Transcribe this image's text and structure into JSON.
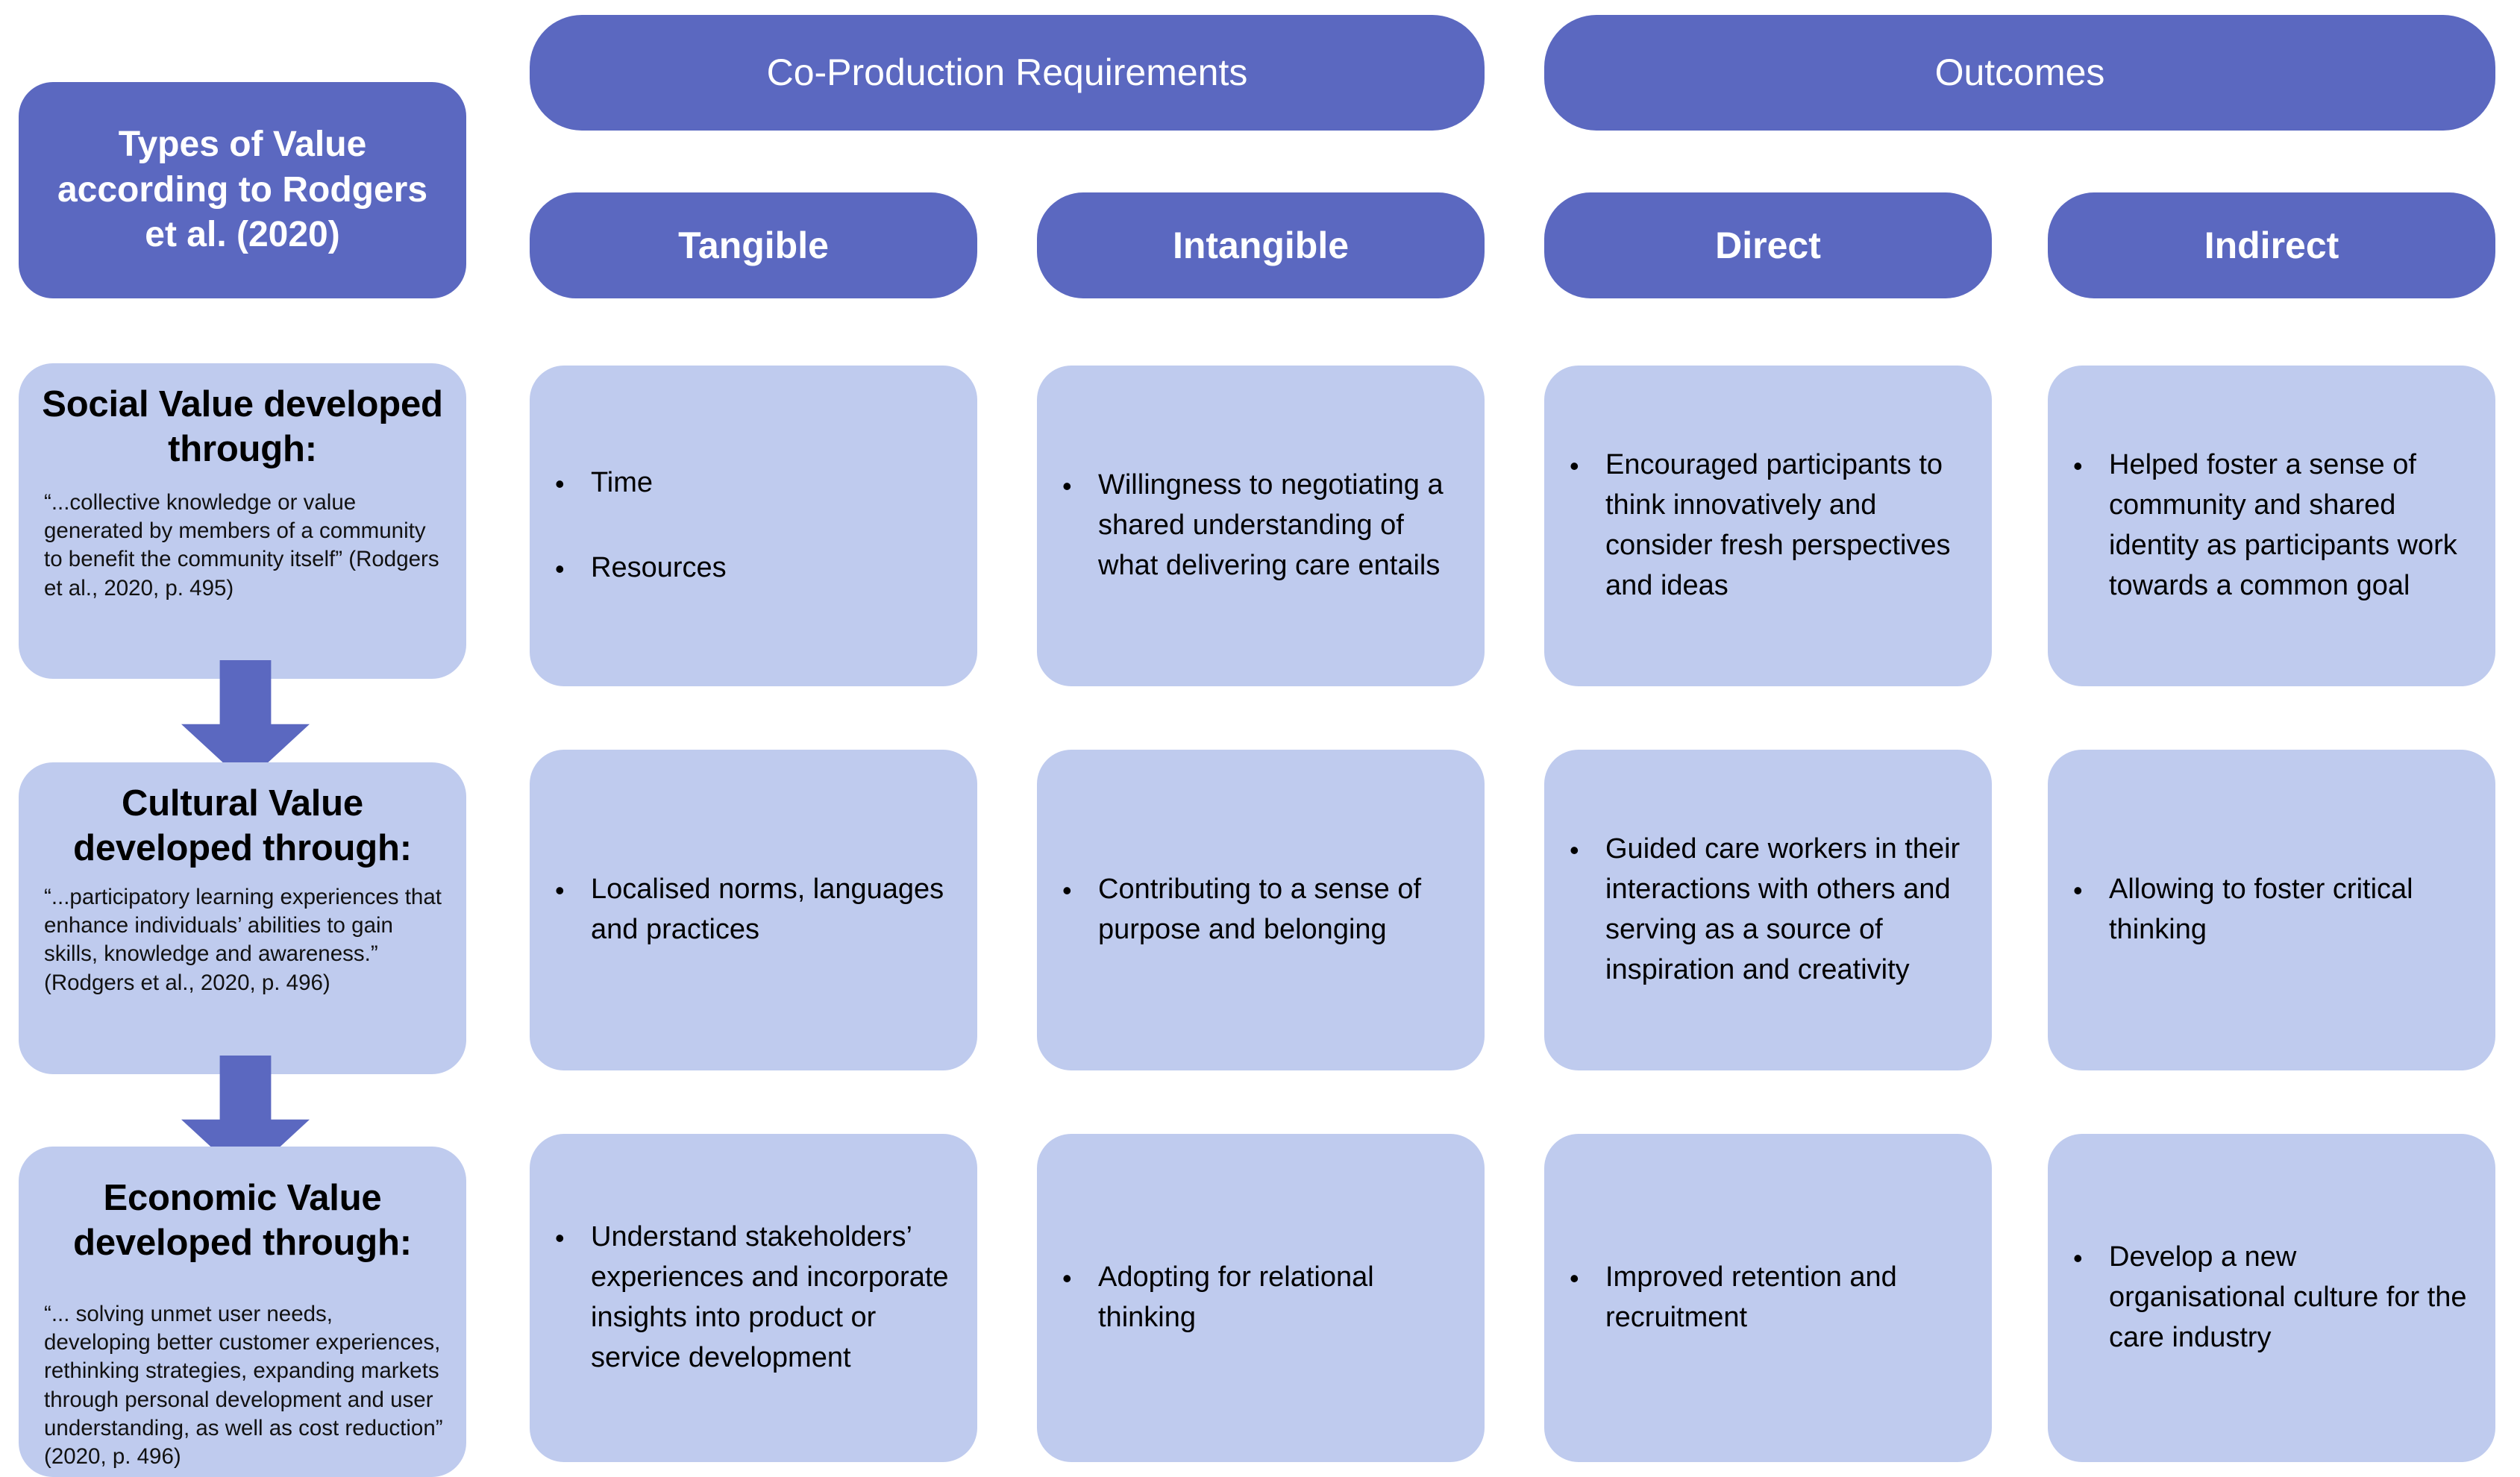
{
  "headers": {
    "groups": [
      {
        "label": "Co-Production Requirements"
      },
      {
        "label": "Outcomes"
      }
    ],
    "subheaders": [
      {
        "label": "Tangible"
      },
      {
        "label": "Intangible"
      },
      {
        "label": "Direct"
      },
      {
        "label": "Indirect"
      }
    ],
    "corner": {
      "label": "Types of Value according to Rodgers et al. (2020)"
    }
  },
  "colors": {
    "header_blue": "#5b68c0",
    "cell_blue": "#bfcbee",
    "text_dark": "#000000",
    "text_light": "#ffffff",
    "background": "#ffffff"
  },
  "rows": [
    {
      "id": "social-value",
      "title": "Social Value developed through:",
      "quote": "“...collective knowledge or value generated by members of a community to benefit the community itself” (Rodgers et al., 2020, p. 495)",
      "tangible": [
        "Time",
        "Resources"
      ],
      "intangible": [
        "Willingness to negotiating a shared understanding of what delivering care entails"
      ],
      "direct": [
        "Encouraged participants to think innovatively and consider fresh perspectives and ideas"
      ],
      "indirect": [
        "Helped foster a sense of community and shared identity as participants work towards a common goal"
      ]
    },
    {
      "id": "cultural-value",
      "title": "Cultural Value developed through:",
      "quote": "“...participatory learning experiences that enhance individuals’ abilities to gain skills, knowledge and awareness.” (Rodgers et al., 2020, p. 496)",
      "tangible": [
        "Localised norms, languages and practices"
      ],
      "intangible": [
        "Contributing to a sense of purpose and belonging"
      ],
      "direct": [
        "Guided care workers in their interactions with others and serving as a source of inspiration and creativity"
      ],
      "indirect": [
        "Allowing to foster critical thinking"
      ]
    },
    {
      "id": "economic-value",
      "title": "Economic Value developed through:",
      "quote": "“... solving unmet user needs, developing better customer experiences, rethinking strategies, expanding markets through personal development and user understanding, as well as cost reduction” (2020, p. 496)",
      "tangible": [
        "Understand stakeholders’ experiences and incorporate insights into product or service development"
      ],
      "intangible": [
        "Adopting for relational thinking"
      ],
      "direct": [
        "Improved retention and recruitment"
      ],
      "indirect": [
        "Develop a new organisational culture for the care industry"
      ]
    }
  ],
  "arrows": [
    {
      "name": "arrow-social-to-cultural"
    },
    {
      "name": "arrow-cultural-to-economic"
    }
  ]
}
